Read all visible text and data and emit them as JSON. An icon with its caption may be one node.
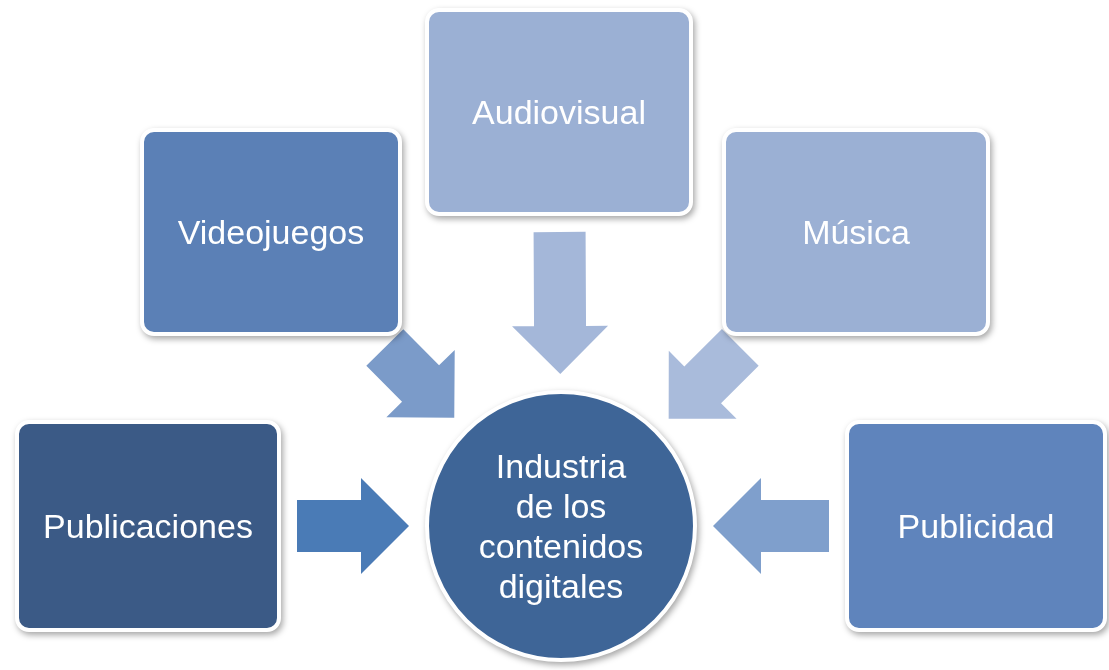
{
  "diagram": {
    "nodes": [
      {
        "text": [
          "Videojuegos"
        ]
      },
      {
        "text": [
          "Audiovisual"
        ]
      },
      {
        "text": [
          "Música"
        ]
      },
      {
        "text": [
          "Publicaciones"
        ]
      },
      {
        "text": [
          "Industria de los contenidos digitales"
        ]
      },
      {
        "text": [
          "Publicidad"
        ]
      }
    ],
    "edges": [
      {
        "from": 0,
        "to": 4,
        "arrow": "to",
        "style": "thick",
        "color": "#7b9bc9"
      },
      {
        "from": 1,
        "to": 4,
        "arrow": "to",
        "style": "thick",
        "color": "#a4b7d9"
      },
      {
        "from": 2,
        "to": 4,
        "arrow": "to",
        "style": "thick",
        "color": "#a9bbdb"
      },
      {
        "from": 3,
        "to": 4,
        "arrow": "to",
        "style": "thick",
        "color": "#4a7bb6"
      },
      {
        "from": 5,
        "to": 4,
        "arrow": "to",
        "style": "thick",
        "color": "#7f9fcc"
      }
    ]
  }
}
